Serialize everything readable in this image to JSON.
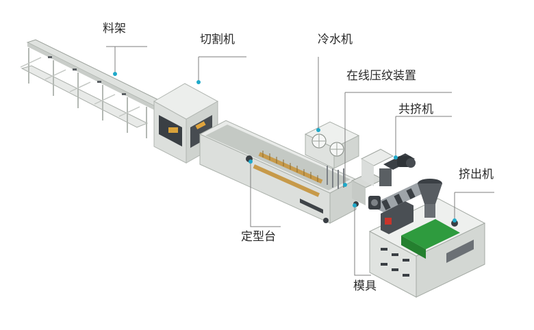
{
  "labels": {
    "rack": "料架",
    "cutter": "切割机",
    "chiller": "冷水机",
    "embosser": "在线压纹装置",
    "coextruder": "共挤机",
    "extruder": "挤出机",
    "calibration_table": "定型台",
    "die": "模具"
  },
  "colors": {
    "accent_dot": "#1fa9c9",
    "machine_body": "#e4e6e4",
    "machine_dark": "#3a3f44",
    "panel_green": "#2e9b3e"
  }
}
